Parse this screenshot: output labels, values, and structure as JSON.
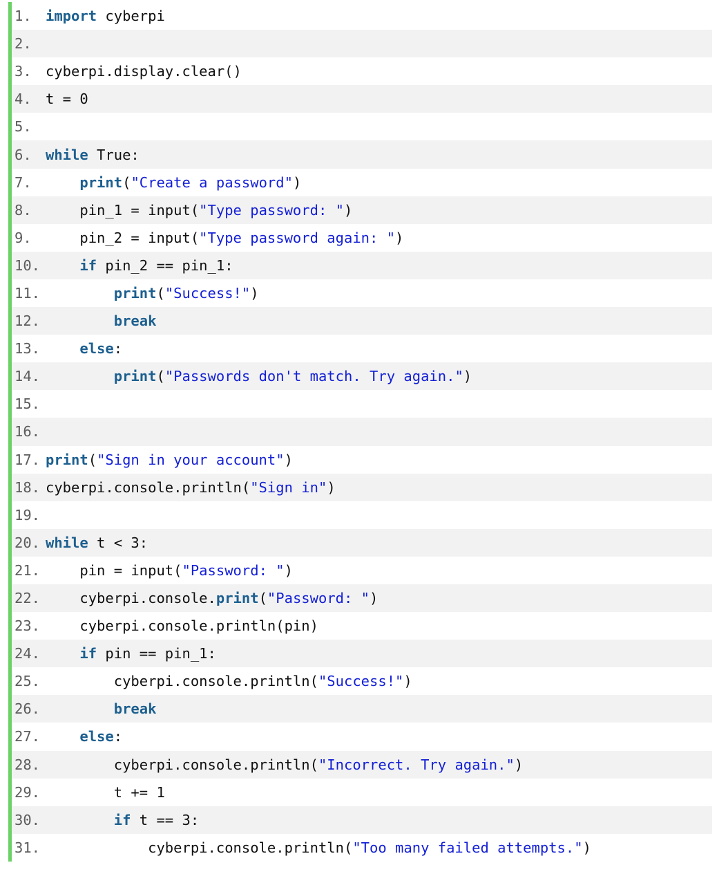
{
  "code": {
    "lines": [
      {
        "number": "1.",
        "indent": 0,
        "tokens": [
          {
            "t": "kw",
            "v": "import"
          },
          {
            "t": "p",
            "v": " cyberpi"
          }
        ]
      },
      {
        "number": "2.",
        "indent": 0,
        "tokens": []
      },
      {
        "number": "3.",
        "indent": 0,
        "tokens": [
          {
            "t": "p",
            "v": "cyberpi.display.clear()"
          }
        ]
      },
      {
        "number": "4.",
        "indent": 0,
        "tokens": [
          {
            "t": "p",
            "v": "t = 0"
          }
        ]
      },
      {
        "number": "5.",
        "indent": 0,
        "tokens": []
      },
      {
        "number": "6.",
        "indent": 0,
        "tokens": [
          {
            "t": "kw",
            "v": "while"
          },
          {
            "t": "p",
            "v": " True:"
          }
        ]
      },
      {
        "number": "7.",
        "indent": 1,
        "tokens": [
          {
            "t": "fn",
            "v": "print"
          },
          {
            "t": "p",
            "v": "("
          },
          {
            "t": "str",
            "v": "\"Create a password\""
          },
          {
            "t": "p",
            "v": ")"
          }
        ]
      },
      {
        "number": "8.",
        "indent": 1,
        "tokens": [
          {
            "t": "p",
            "v": "pin_1 = input("
          },
          {
            "t": "str",
            "v": "\"Type password: \""
          },
          {
            "t": "p",
            "v": ")"
          }
        ]
      },
      {
        "number": "9.",
        "indent": 1,
        "tokens": [
          {
            "t": "p",
            "v": "pin_2 = input("
          },
          {
            "t": "str",
            "v": "\"Type password again: \""
          },
          {
            "t": "p",
            "v": ")"
          }
        ]
      },
      {
        "number": "10.",
        "indent": 1,
        "tokens": [
          {
            "t": "kw",
            "v": "if"
          },
          {
            "t": "p",
            "v": " pin_2 == pin_1:"
          }
        ]
      },
      {
        "number": "11.",
        "indent": 2,
        "tokens": [
          {
            "t": "fn",
            "v": "print"
          },
          {
            "t": "p",
            "v": "("
          },
          {
            "t": "str",
            "v": "\"Success!\""
          },
          {
            "t": "p",
            "v": ")"
          }
        ]
      },
      {
        "number": "12.",
        "indent": 2,
        "tokens": [
          {
            "t": "kw",
            "v": "break"
          }
        ]
      },
      {
        "number": "13.",
        "indent": 1,
        "tokens": [
          {
            "t": "kw",
            "v": "else"
          },
          {
            "t": "p",
            "v": ":"
          }
        ]
      },
      {
        "number": "14.",
        "indent": 2,
        "tokens": [
          {
            "t": "fn",
            "v": "print"
          },
          {
            "t": "p",
            "v": "("
          },
          {
            "t": "str",
            "v": "\"Passwords don't match. Try again.\""
          },
          {
            "t": "p",
            "v": ")"
          }
        ]
      },
      {
        "number": "15.",
        "indent": 0,
        "tokens": []
      },
      {
        "number": "16.",
        "indent": 0,
        "tokens": []
      },
      {
        "number": "17.",
        "indent": 0,
        "tokens": [
          {
            "t": "fn",
            "v": "print"
          },
          {
            "t": "p",
            "v": "("
          },
          {
            "t": "str",
            "v": "\"Sign in your account\""
          },
          {
            "t": "p",
            "v": ")"
          }
        ]
      },
      {
        "number": "18.",
        "indent": 0,
        "tokens": [
          {
            "t": "p",
            "v": "cyberpi.console.println("
          },
          {
            "t": "str",
            "v": "\"Sign in\""
          },
          {
            "t": "p",
            "v": ")"
          }
        ]
      },
      {
        "number": "19.",
        "indent": 0,
        "tokens": []
      },
      {
        "number": "20.",
        "indent": 0,
        "tokens": [
          {
            "t": "kw",
            "v": "while"
          },
          {
            "t": "p",
            "v": " t < 3:"
          }
        ]
      },
      {
        "number": "21.",
        "indent": 1,
        "tokens": [
          {
            "t": "p",
            "v": "pin = input("
          },
          {
            "t": "str",
            "v": "\"Password: \""
          },
          {
            "t": "p",
            "v": ")"
          }
        ]
      },
      {
        "number": "22.",
        "indent": 1,
        "tokens": [
          {
            "t": "p",
            "v": "cyberpi.console."
          },
          {
            "t": "fn",
            "v": "print"
          },
          {
            "t": "p",
            "v": "("
          },
          {
            "t": "str",
            "v": "\"Password: \""
          },
          {
            "t": "p",
            "v": ")"
          }
        ]
      },
      {
        "number": "23.",
        "indent": 1,
        "tokens": [
          {
            "t": "p",
            "v": "cyberpi.console.println(pin)"
          }
        ]
      },
      {
        "number": "24.",
        "indent": 1,
        "tokens": [
          {
            "t": "kw",
            "v": "if"
          },
          {
            "t": "p",
            "v": " pin == pin_1:"
          }
        ]
      },
      {
        "number": "25.",
        "indent": 2,
        "tokens": [
          {
            "t": "p",
            "v": "cyberpi.console.println("
          },
          {
            "t": "str",
            "v": "\"Success!\""
          },
          {
            "t": "p",
            "v": ")"
          }
        ]
      },
      {
        "number": "26.",
        "indent": 2,
        "tokens": [
          {
            "t": "kw",
            "v": "break"
          }
        ]
      },
      {
        "number": "27.",
        "indent": 1,
        "tokens": [
          {
            "t": "kw",
            "v": "else"
          },
          {
            "t": "p",
            "v": ":"
          }
        ]
      },
      {
        "number": "28.",
        "indent": 2,
        "tokens": [
          {
            "t": "p",
            "v": "cyberpi.console.println("
          },
          {
            "t": "str",
            "v": "\"Incorrect. Try again.\""
          },
          {
            "t": "p",
            "v": ")"
          }
        ]
      },
      {
        "number": "29.",
        "indent": 2,
        "tokens": [
          {
            "t": "p",
            "v": "t += 1"
          }
        ]
      },
      {
        "number": "30.",
        "indent": 2,
        "tokens": [
          {
            "t": "kw",
            "v": "if"
          },
          {
            "t": "p",
            "v": " t == 3:"
          }
        ]
      },
      {
        "number": "31.",
        "indent": 3,
        "tokens": [
          {
            "t": "p",
            "v": "cyberpi.console.println("
          },
          {
            "t": "str",
            "v": "\"Too many failed attempts.\""
          },
          {
            "t": "p",
            "v": ")"
          }
        ]
      }
    ]
  },
  "colors": {
    "gutter_bar": "#6cd167",
    "keyword": "#1c5f8f",
    "string": "#1420d6",
    "text": "#111111",
    "line_number": "#5c5c5c",
    "stripe": "#f2f2f2"
  }
}
